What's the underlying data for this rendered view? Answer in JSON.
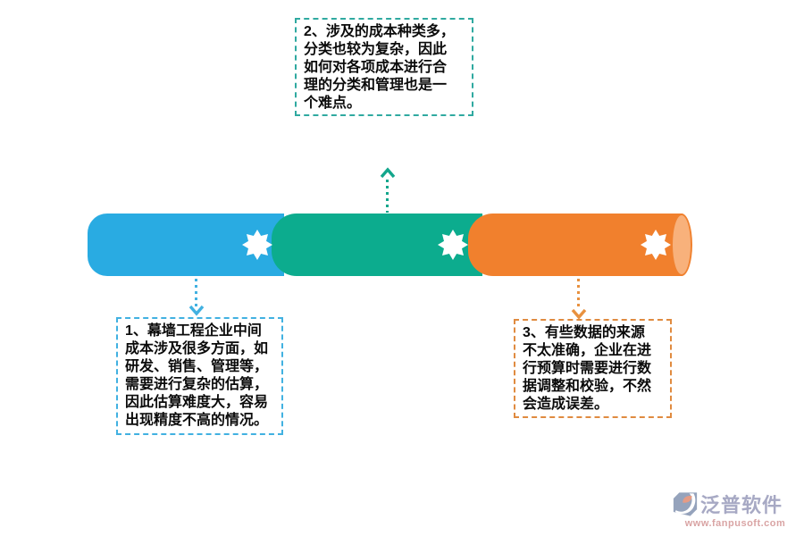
{
  "palette": {
    "segment_blue": "#29ABE2",
    "segment_green": "#0CAC8E",
    "segment_orange": "#F1802D",
    "segment_cap": "#F8B17B",
    "callout_top_border": "#2FA9A0",
    "callout_left_border": "#41B1E1",
    "callout_right_border": "#E08B40"
  },
  "callouts": {
    "top": {
      "lines": [
        "2、涉及的成本种类多，",
        "分类也较为复杂，因此",
        "如何对各项成本进行合",
        "理的分类和管理也是一",
        "个难点。"
      ]
    },
    "bottom_left": {
      "lines": [
        "1、幕墙工程企业中间",
        "成本涉及很多方面，如",
        "研发、销售、管理等，",
        "需要进行复杂的估算，",
        "因此估算难度大，容易",
        "出现精度不高的情况。"
      ]
    },
    "bottom_right": {
      "lines": [
        "3、有些数据的来源",
        "不太准确，企业在进",
        "行预算时需要进行数",
        "据调整和校验，不然",
        "会造成误差。"
      ]
    }
  },
  "watermark": {
    "brand": "泛普软件",
    "url": "www.fanpusoft.com"
  }
}
